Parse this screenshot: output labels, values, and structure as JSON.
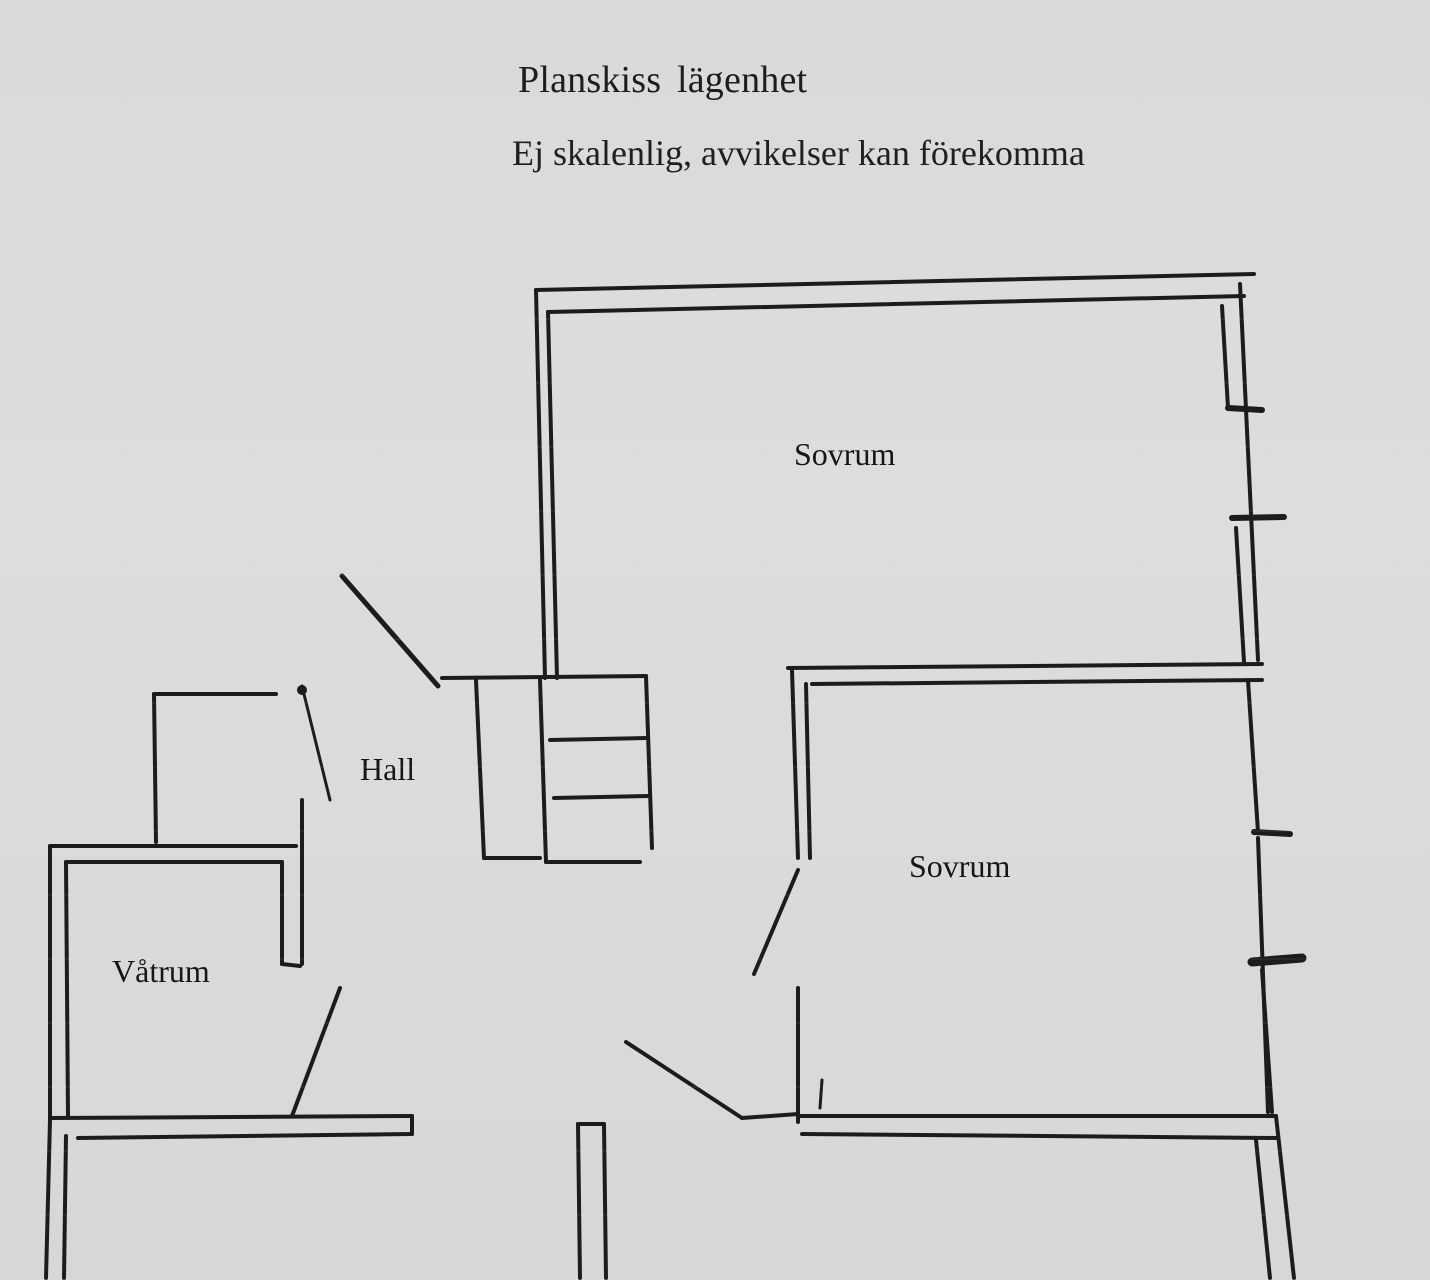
{
  "header": {
    "title": "Planskiss  lägenhet",
    "subtitle": "Ej skalenlig, avvikelser kan förekomma"
  },
  "rooms": [
    {
      "id": "sovrum-1",
      "label": "Sovrum"
    },
    {
      "id": "hall",
      "label": "Hall"
    },
    {
      "id": "sovrum-2",
      "label": "Sovrum"
    },
    {
      "id": "vatrum",
      "label": "Våtrum"
    }
  ],
  "colors": {
    "paper": "#d8d9d9",
    "ink": "#1a1a1a"
  }
}
